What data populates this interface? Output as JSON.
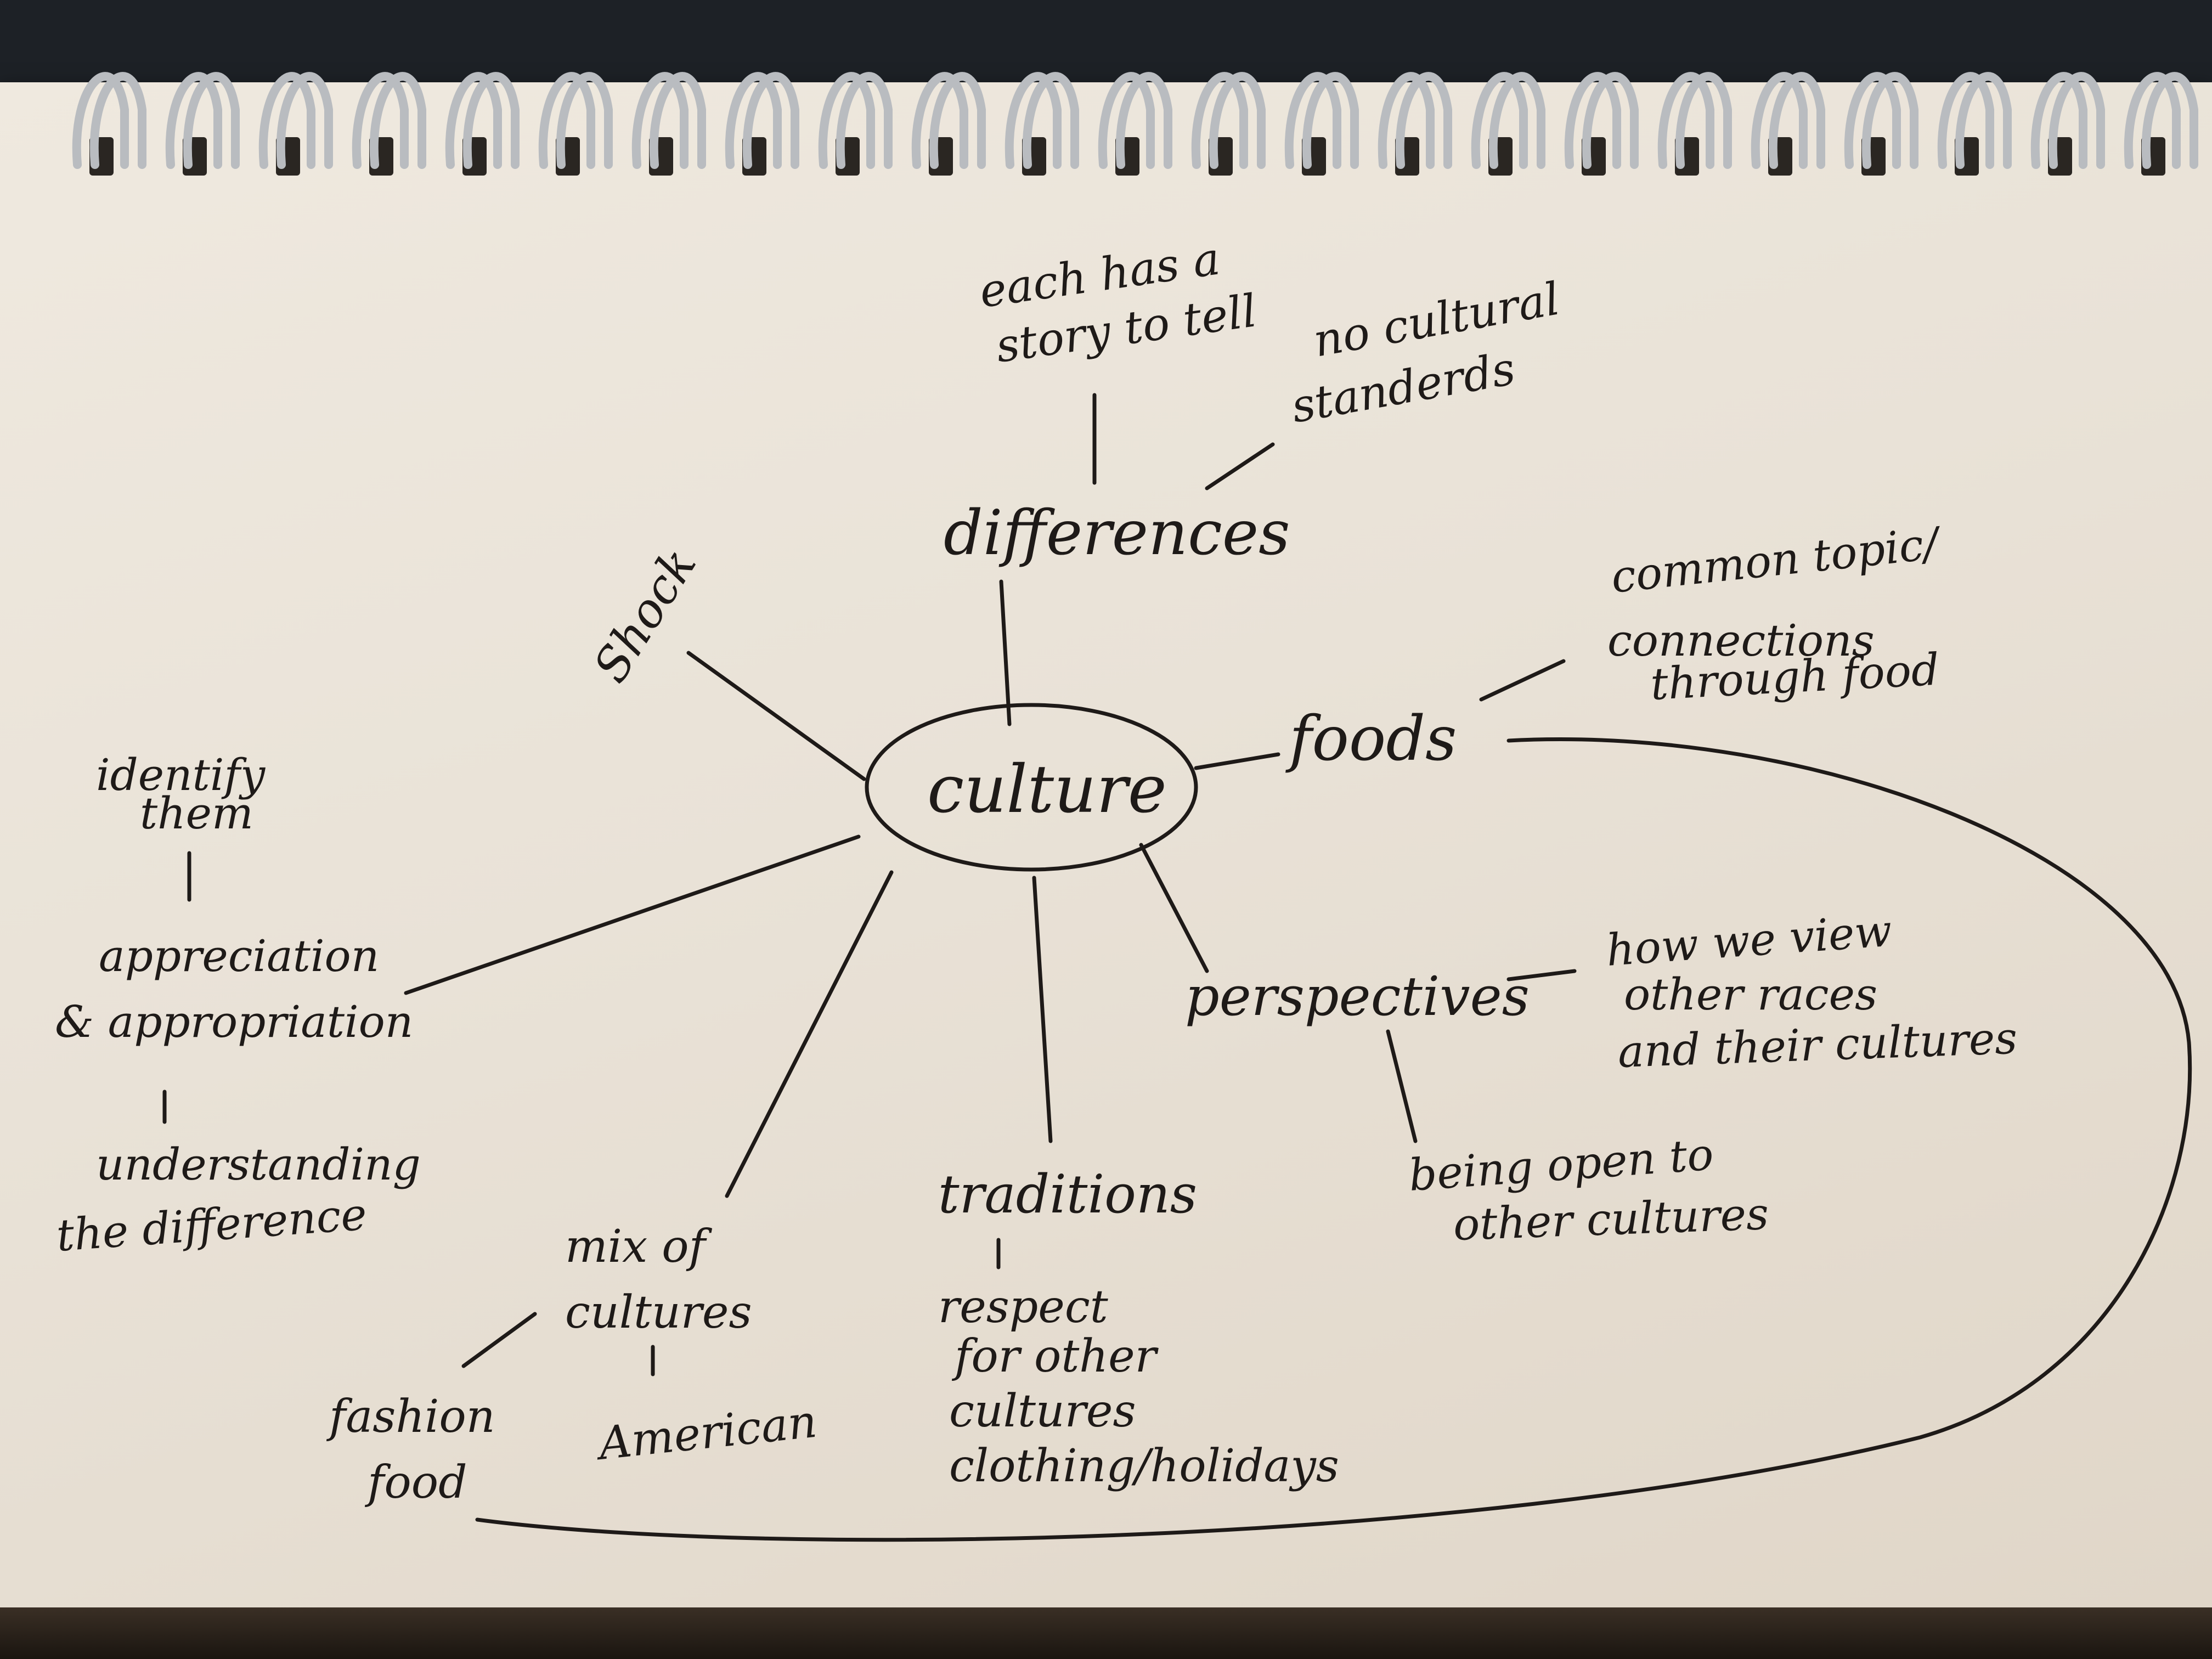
{
  "center": "culture",
  "branches": {
    "differences": {
      "label": "differences",
      "notes": [
        "each has a",
        "story to tell",
        "no cultural",
        "standerds"
      ]
    },
    "shock": {
      "label": "Shock"
    },
    "foods": {
      "label": "foods",
      "notes": [
        "common topic/",
        "connections",
        "through food"
      ]
    },
    "perspectives": {
      "label": "perspectives",
      "notes": [
        "how we view",
        "other races",
        "and their cultures",
        "being open to",
        "other cultures"
      ]
    },
    "traditions": {
      "label": "traditions",
      "notes": [
        "respect",
        "for other",
        "cultures",
        "clothing/holidays"
      ]
    },
    "mix": {
      "label_lines": [
        "mix of",
        "cultures"
      ],
      "notes": [
        "American",
        "fashion",
        "food"
      ]
    },
    "appreciation": {
      "label_lines": [
        "appreciation",
        "& appropriation"
      ],
      "notes": [
        "identify",
        "them",
        "understanding",
        "the difference"
      ]
    }
  },
  "colors": {
    "ink": "#1e1a18",
    "paper": "#ebe4d9",
    "background": "#1d2126"
  }
}
